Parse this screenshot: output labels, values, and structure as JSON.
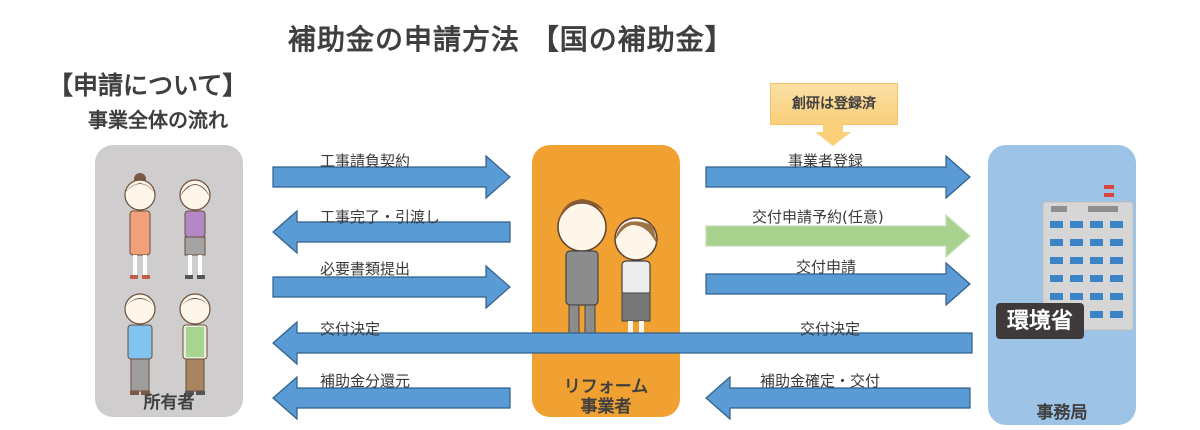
{
  "header": {
    "title": "補助金の申請方法 【国の補助金】",
    "section_title": "【申請について】",
    "section_subtitle": "事業全体の流れ"
  },
  "actors": {
    "owner": {
      "label": "所有者",
      "color": "#cfcdce",
      "icon": "family-people-icon"
    },
    "reform": {
      "label_line1": "リフォーム",
      "label_line2": "事業者",
      "color": "#f0a132",
      "icon": "business-people-icon"
    },
    "office": {
      "label": "事務局",
      "color": "#9dc3e7",
      "icon": "office-building-icon",
      "sign": "環境省"
    }
  },
  "callout": {
    "text": "創研は登録済",
    "color": "#f9cf7a"
  },
  "flows_left": [
    {
      "label": "工事請負契約",
      "direction": "right"
    },
    {
      "label": "工事完了・引渡し",
      "direction": "left"
    },
    {
      "label": "必要書類提出",
      "direction": "right"
    },
    {
      "label": "交付決定",
      "direction": "left"
    },
    {
      "label": "補助金分還元",
      "direction": "left"
    }
  ],
  "flows_right": [
    {
      "label": "事業者登録",
      "direction": "right"
    },
    {
      "label": "交付申請予約(任意)",
      "direction": "right",
      "optional": true
    },
    {
      "label": "交付申請",
      "direction": "right"
    },
    {
      "label": "交付決定",
      "direction": "left"
    },
    {
      "label": "補助金確定・交付",
      "direction": "left"
    }
  ],
  "colors": {
    "arrow_blue": "#5b9bd5",
    "arrow_blue_border": "#2f5f8a",
    "arrow_green": "#a9d18e"
  }
}
